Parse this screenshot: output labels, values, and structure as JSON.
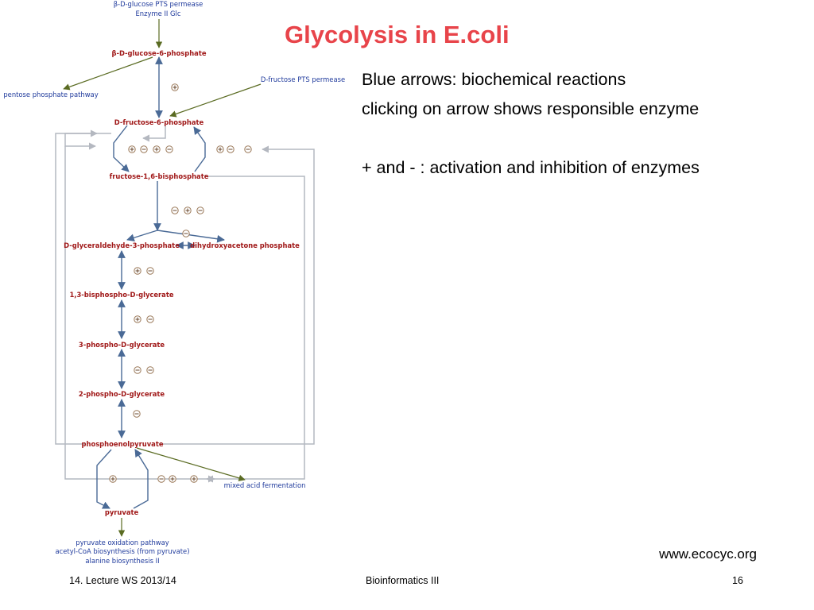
{
  "slide": {
    "title": "Glycolysis in E.coli",
    "bullets": [
      "Blue arrows: biochemical reactions",
      "clicking on arrow shows responsible enzyme",
      "+ and - : activation and inhibition of enzymes"
    ],
    "source": "www.ecocyc.org",
    "footer": {
      "left": "14. Lecture WS 2013/14",
      "center": "Bioinformatics III",
      "page": "16"
    }
  },
  "pathway": {
    "metabolites": [
      "β-D-glucose-6-phosphate",
      "D-fructose-6-phosphate",
      "fructose-1,6-bisphosphate",
      "D-glyceraldehyde-3-phosphate",
      "dihydroxyacetone phosphate",
      "1,3-bisphospho-D-glycerate",
      "3-phospho-D-glycerate",
      "2-phospho-D-glycerate",
      "phosphoenolpyruvate",
      "pyruvate"
    ],
    "external": {
      "glc_permease": "β-D-glucose PTS permease",
      "enzyme_ii": "Enzyme II Glc",
      "fru_permease": "D-fructose PTS permease",
      "pentose": "pentose phosphate pathway",
      "mixed_acid": "mixed acid fermentation",
      "pyr_ox": "pyruvate oxidation pathway",
      "acetyl": "acetyl-CoA biosynthesis (from pyruvate)",
      "alanine": "alanine biosynthesis II"
    },
    "colors": {
      "reaction": "#4a6a96",
      "link": "#5a6b22",
      "regulation": "#b4b8c0",
      "metabolite": "#a01818",
      "external": "#1f3a9c",
      "title": "#e8444a"
    }
  }
}
